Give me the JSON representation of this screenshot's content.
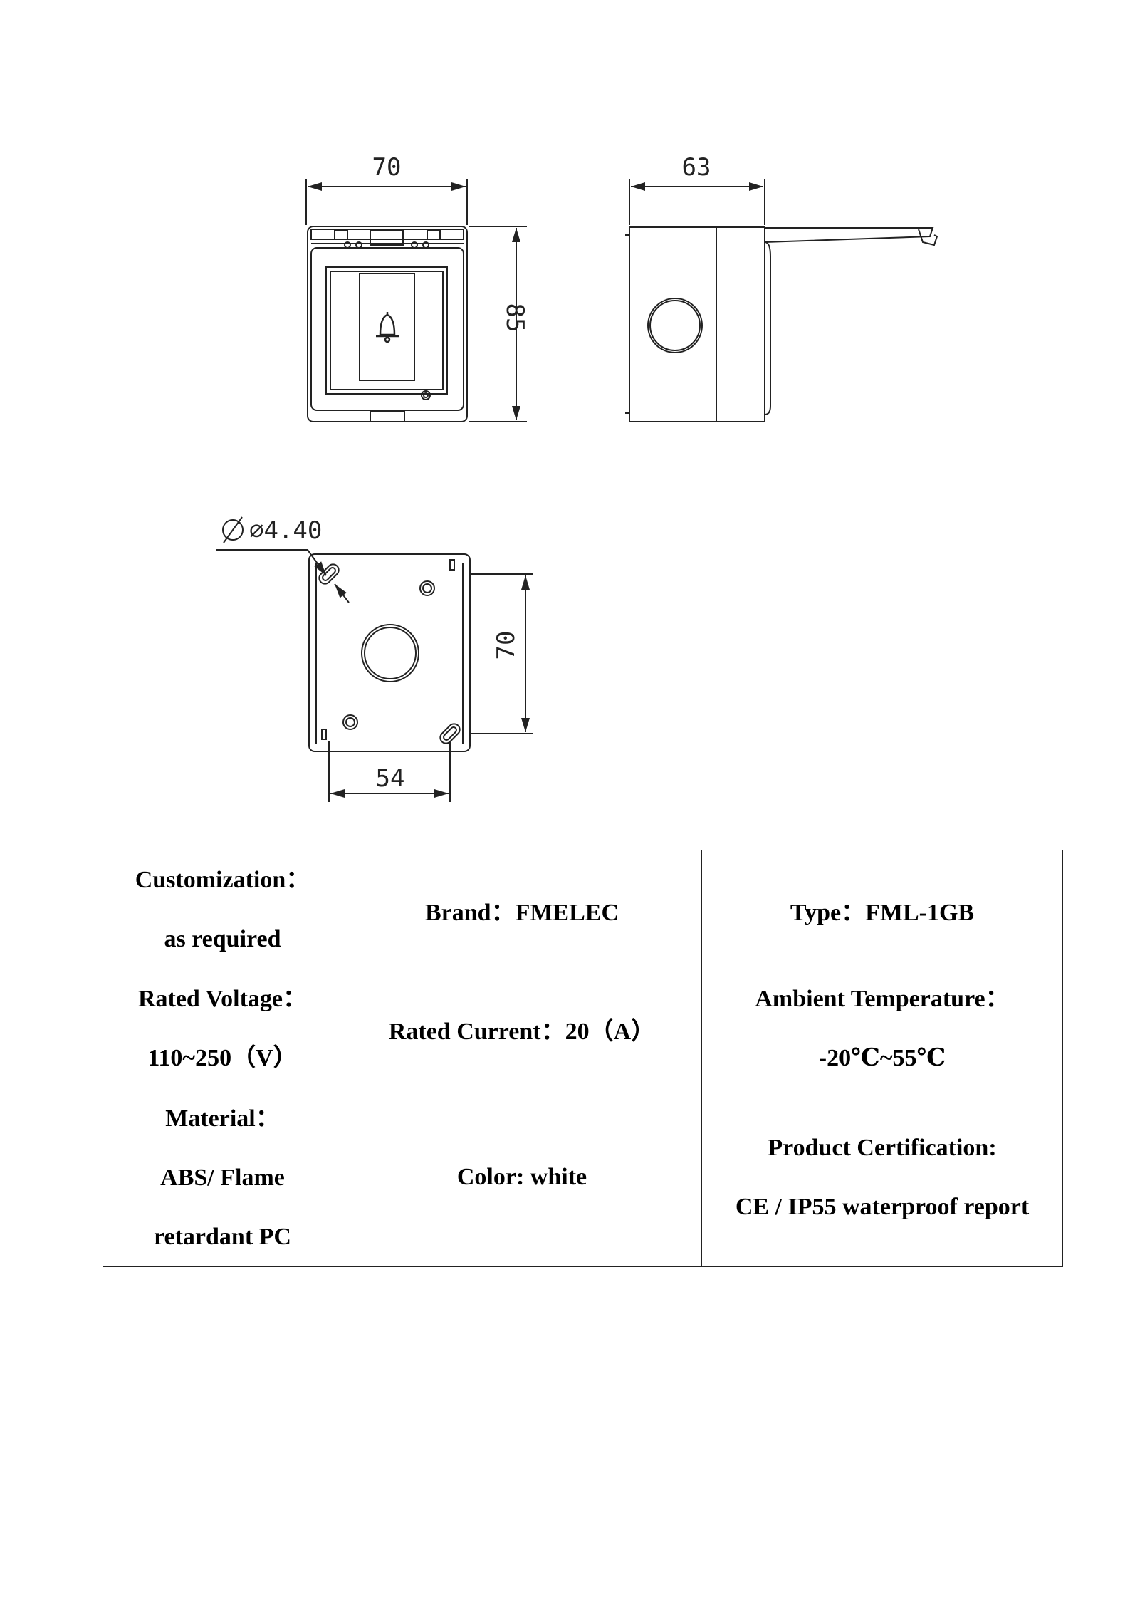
{
  "drawing": {
    "front_view": {
      "width_label": "70",
      "height_label": "85",
      "icon": "bell-icon"
    },
    "side_view": {
      "depth_label": "63"
    },
    "back_view": {
      "hole_label": "4.40",
      "hole_symbol": "⌀",
      "height_label": "70",
      "width_label": "54"
    }
  },
  "specs": {
    "rows": [
      [
        {
          "label": "Customization：",
          "value": "as required"
        },
        {
          "label": "Brand：",
          "value": "FMELEC"
        },
        {
          "label": "Type：",
          "value": "FML-1GB"
        }
      ],
      [
        {
          "label": "Rated Voltage：",
          "value": "110~250（V）"
        },
        {
          "label": "Rated Current：",
          "value": "20（A）"
        },
        {
          "label": "Ambient Temperature：",
          "value": "-20℃~55℃"
        }
      ],
      [
        {
          "label": "Material：",
          "value_lines": [
            "ABS/ Flame",
            "retardant PC"
          ]
        },
        {
          "label": "Color:",
          "value": "white"
        },
        {
          "label": "Product Certification:",
          "value": "CE / IP55 waterproof report"
        }
      ]
    ]
  }
}
